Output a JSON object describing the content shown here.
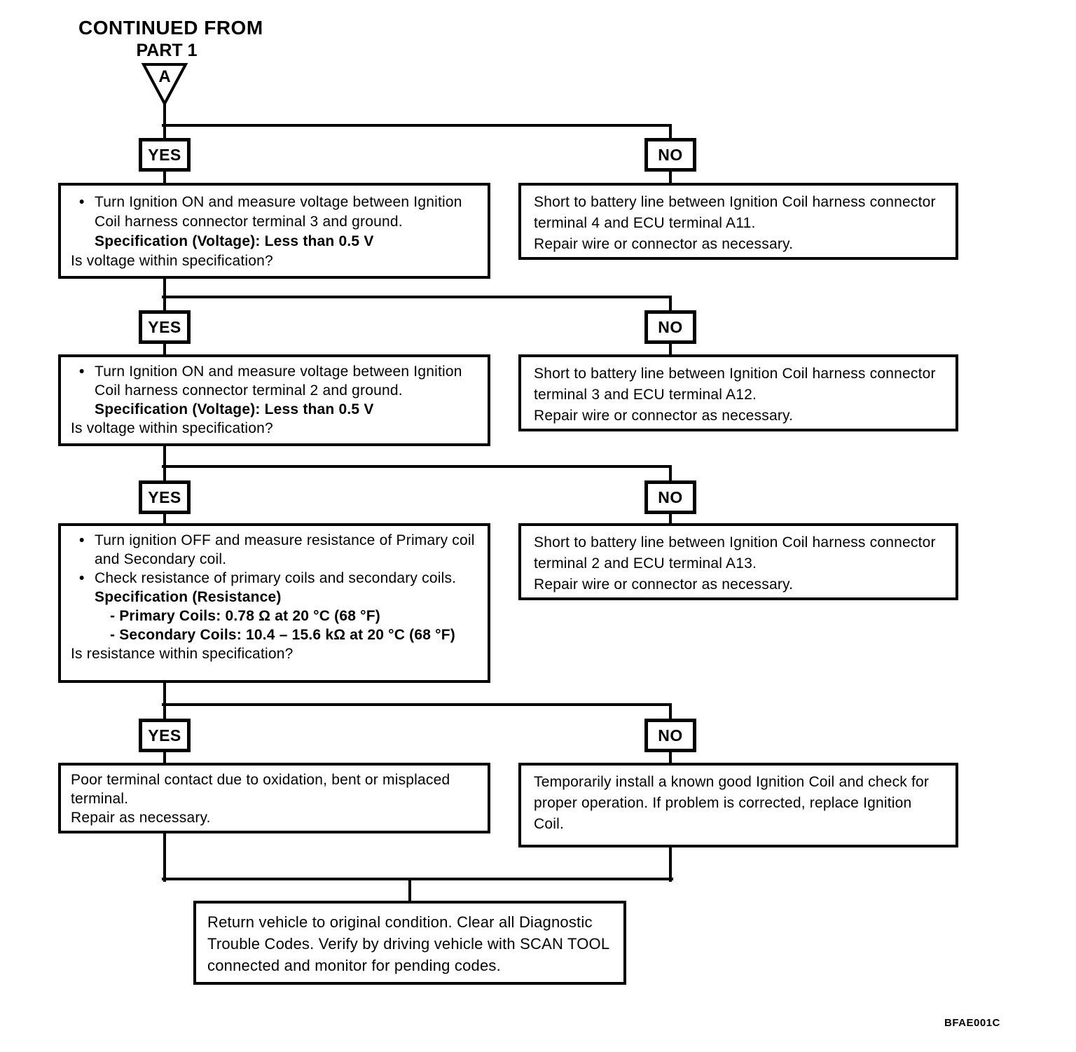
{
  "header": {
    "continued_from": "CONTINUED FROM",
    "part": "PART 1",
    "connector": "A"
  },
  "decision_labels": {
    "yes": "YES",
    "no": "NO"
  },
  "rows": [
    {
      "left": {
        "bullet": "Turn Ignition ON and measure voltage between Ignition Coil harness connector terminal 3 and ground.",
        "spec": "Specification (Voltage): Less than 0.5 V",
        "question": "Is voltage within specification?"
      },
      "right": {
        "line1": "Short to battery line between Ignition Coil harness connector terminal 4 and ECU terminal A11.",
        "line2": "Repair wire or connector as necessary."
      }
    },
    {
      "left": {
        "bullet": "Turn Ignition ON and measure voltage between Ignition Coil harness connector terminal 2 and ground.",
        "spec": "Specification (Voltage): Less than 0.5 V",
        "question": "Is voltage within specification?"
      },
      "right": {
        "line1": "Short to battery line between Ignition Coil harness connector terminal 3 and ECU terminal A12.",
        "line2": "Repair wire or connector as necessary."
      }
    },
    {
      "left": {
        "bullet1": "Turn ignition OFF and measure resistance of Primary coil and Secondary coil.",
        "bullet2": "Check resistance of primary coils and secondary coils.",
        "spec_title": "Specification (Resistance)",
        "spec_primary": "- Primary Coils: 0.78 Ω at 20 °C (68 °F)",
        "spec_secondary": "- Secondary Coils: 10.4 – 15.6 kΩ at 20 °C (68 °F)",
        "question": "Is resistance within specification?"
      },
      "right": {
        "line1": "Short to battery line between Ignition Coil harness connector terminal 2 and ECU terminal A13.",
        "line2": "Repair wire or connector as necessary."
      }
    },
    {
      "left": {
        "line1": "Poor terminal contact due to oxidation, bent or misplaced terminal.",
        "line2": "Repair as necessary."
      },
      "right": {
        "line1": "Temporarily install a known good Ignition Coil and check for proper operation. If problem is corrected, replace Ignition Coil."
      }
    }
  ],
  "final": {
    "text": "Return vehicle to original condition. Clear all Diagnostic Trouble Codes. Verify by driving vehicle with SCAN TOOL connected and monitor for pending codes."
  },
  "footer": {
    "code": "BFAE001C"
  }
}
